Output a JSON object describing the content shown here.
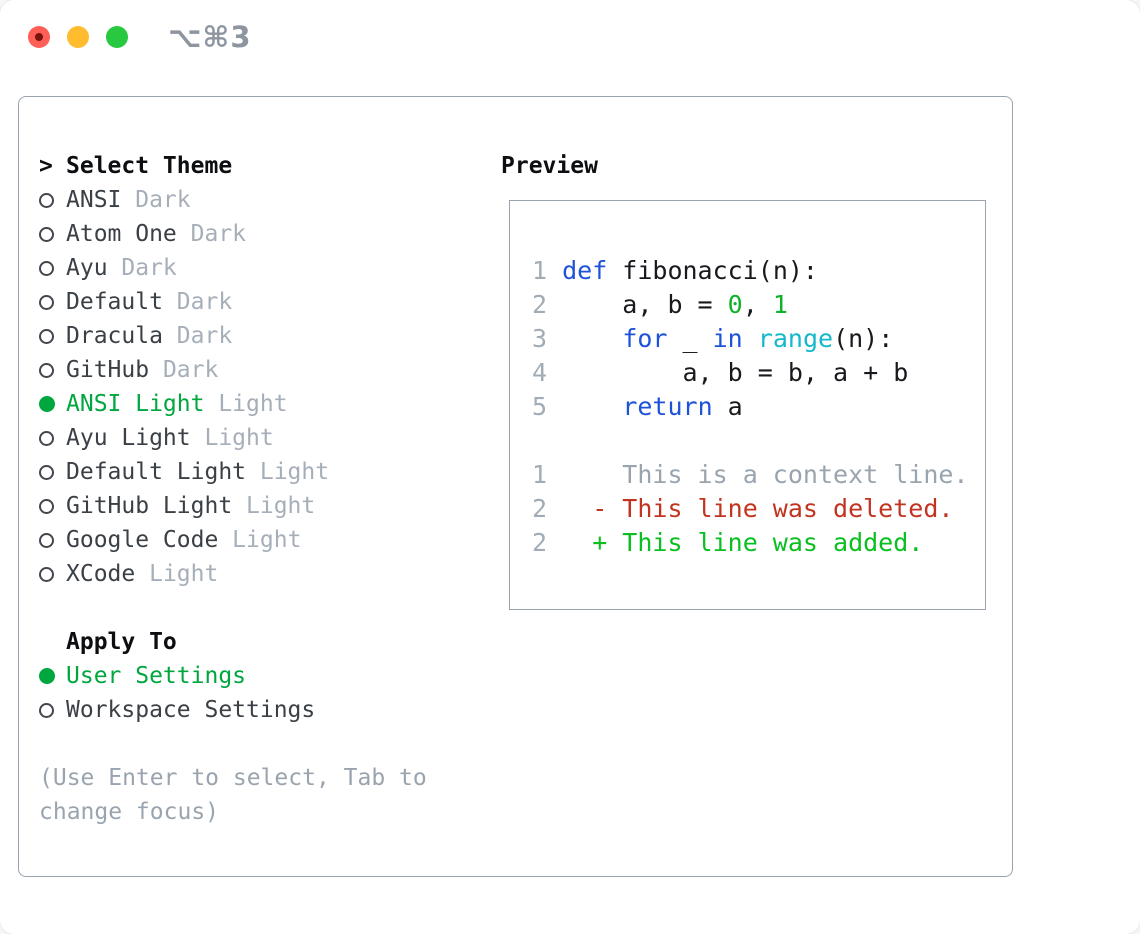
{
  "window": {
    "shortcut_label": "⌥⌘3",
    "traffic_lights": [
      "close",
      "minimize",
      "zoom"
    ]
  },
  "theme_picker": {
    "prompt_char": ">",
    "title": "Select Theme",
    "items": [
      {
        "name": "ANSI",
        "variant": "Dark",
        "selected": false
      },
      {
        "name": "Atom One",
        "variant": "Dark",
        "selected": false
      },
      {
        "name": "Ayu",
        "variant": "Dark",
        "selected": false
      },
      {
        "name": "Default",
        "variant": "Dark",
        "selected": false
      },
      {
        "name": "Dracula",
        "variant": "Dark",
        "selected": false
      },
      {
        "name": "GitHub",
        "variant": "Dark",
        "selected": false
      },
      {
        "name": "ANSI Light",
        "variant": "Light",
        "selected": true
      },
      {
        "name": "Ayu Light",
        "variant": "Light",
        "selected": false
      },
      {
        "name": "Default Light",
        "variant": "Light",
        "selected": false
      },
      {
        "name": "GitHub Light",
        "variant": "Light",
        "selected": false
      },
      {
        "name": "Google Code",
        "variant": "Light",
        "selected": false
      },
      {
        "name": "XCode",
        "variant": "Light",
        "selected": false
      }
    ],
    "apply_to": {
      "title": "Apply To",
      "options": [
        {
          "label": "User Settings",
          "selected": true
        },
        {
          "label": "Workspace Settings",
          "selected": false
        }
      ]
    },
    "help_lines": [
      "(Use Enter to select, Tab to",
      "change focus)"
    ]
  },
  "preview": {
    "title": "Preview",
    "code_lines": [
      {
        "ln": "1",
        "segments": [
          {
            "t": "def",
            "c": "kw"
          },
          {
            "t": " fibonacci(n):",
            "c": "pl"
          }
        ]
      },
      {
        "ln": "2",
        "segments": [
          {
            "t": "    a, b = ",
            "c": "pl"
          },
          {
            "t": "0",
            "c": "num"
          },
          {
            "t": ", ",
            "c": "pl"
          },
          {
            "t": "1",
            "c": "num"
          }
        ]
      },
      {
        "ln": "3",
        "segments": [
          {
            "t": "    ",
            "c": "pl"
          },
          {
            "t": "for",
            "c": "kw"
          },
          {
            "t": " _ ",
            "c": "pl"
          },
          {
            "t": "in",
            "c": "kw"
          },
          {
            "t": " ",
            "c": "pl"
          },
          {
            "t": "range",
            "c": "fn"
          },
          {
            "t": "(n):",
            "c": "pl"
          }
        ]
      },
      {
        "ln": "4",
        "segments": [
          {
            "t": "        a, b = b, a + b",
            "c": "pl"
          }
        ]
      },
      {
        "ln": "5",
        "segments": [
          {
            "t": "    ",
            "c": "pl"
          },
          {
            "t": "return",
            "c": "kw"
          },
          {
            "t": " a",
            "c": "pl"
          }
        ]
      },
      {
        "ln": "",
        "segments": []
      },
      {
        "ln": "1",
        "segments": [
          {
            "t": "    This is a context line.",
            "c": "ctx"
          }
        ]
      },
      {
        "ln": "2",
        "segments": [
          {
            "t": "  - This line was deleted.",
            "c": "del"
          }
        ]
      },
      {
        "ln": "2",
        "segments": [
          {
            "t": "  + This line was added.",
            "c": "add"
          }
        ]
      }
    ]
  },
  "colors": {
    "accent_green": "#00a63e",
    "keyword_blue": "#1e53d9",
    "builtin_cyan": "#15b8cb",
    "number_green": "#0fb12b",
    "added_green": "#0abf20",
    "deleted_red": "#c23420",
    "muted_gray": "#a6afb9",
    "border_gray": "#9aa3ae",
    "traffic_red": "#ff5f57",
    "traffic_yellow": "#febc2e",
    "traffic_green": "#28c840"
  }
}
